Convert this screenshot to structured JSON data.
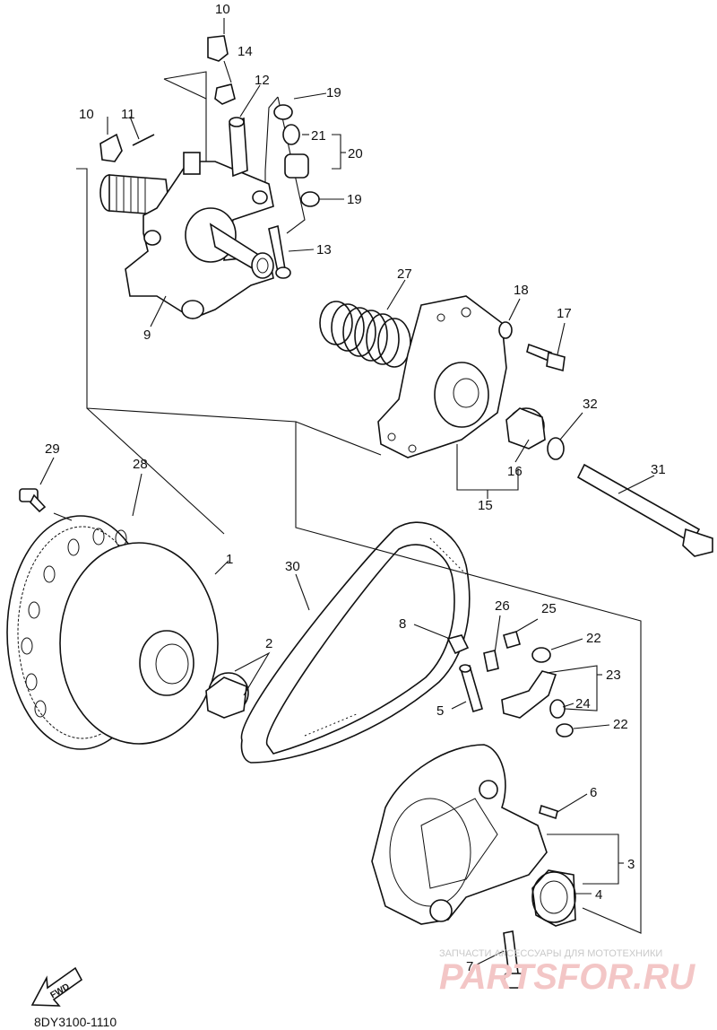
{
  "diagram": {
    "part_labels": [
      "1",
      "2",
      "3",
      "4",
      "5",
      "6",
      "7",
      "8",
      "9",
      "10",
      "10",
      "11",
      "12",
      "13",
      "14",
      "15",
      "16",
      "17",
      "18",
      "19",
      "19",
      "20",
      "21",
      "22",
      "22",
      "23",
      "24",
      "25",
      "26",
      "27",
      "28",
      "29",
      "30",
      "31",
      "32"
    ],
    "fwd_label": "FWD",
    "drawing_code": "8DY3100-1110",
    "watermark_small": "ЗАПЧАСТИ  АКСЕССУАРЫ ДЛЯ МОТОТЕХНИКИ",
    "watermark_logo": "PARTSFOR.RU"
  }
}
